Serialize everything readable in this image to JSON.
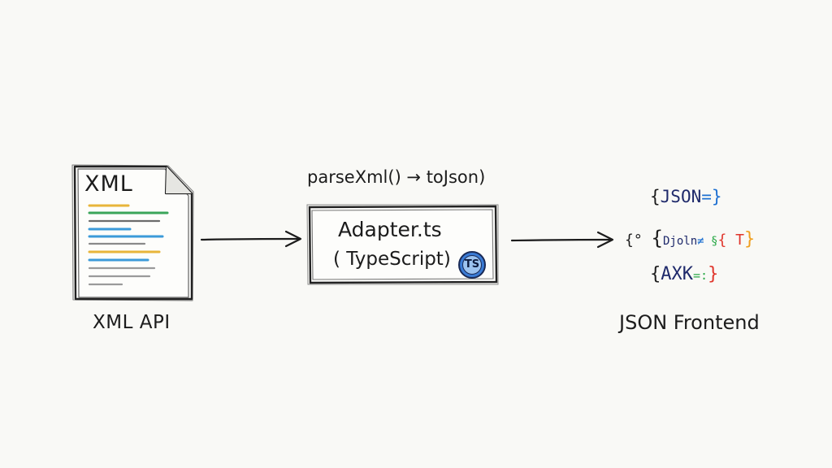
{
  "source": {
    "doc_title": "XML",
    "label": "XML API",
    "line_colors": [
      "#e8b53a",
      "#3aa55a",
      "#6b6b6b",
      "#3b9ad9",
      "#3b9ad9",
      "#8a8a8a",
      "#e8b53a",
      "#3b9ad9",
      "#9a9a9a",
      "#9a9a9a"
    ]
  },
  "adapter": {
    "function_label": "parseXml() → toJson)",
    "title": "Adapter.ts",
    "subtitle": "( TypeScript)",
    "badge": "TS",
    "badge_color": "#3a7bd5"
  },
  "target": {
    "label": "JSON Frontend",
    "json_lines": [
      {
        "open": "{",
        "key": "JSON",
        "sep": "=",
        "close": "}"
      },
      {
        "prefix": "{°",
        "open": "{",
        "key": "Djoln",
        "sep": "≠ ",
        "mark": "§",
        "extra": "{ T",
        "close": "}"
      },
      {
        "open": "{",
        "key": "AXK",
        "sep": "=:",
        "close": "}"
      }
    ]
  },
  "colors": {
    "background": "#f9f9f6",
    "ink": "#1d1d1d",
    "json_blue": "#1c6fd1",
    "json_green": "#28a845",
    "json_red": "#e0352b",
    "json_orange": "#f0a020"
  }
}
